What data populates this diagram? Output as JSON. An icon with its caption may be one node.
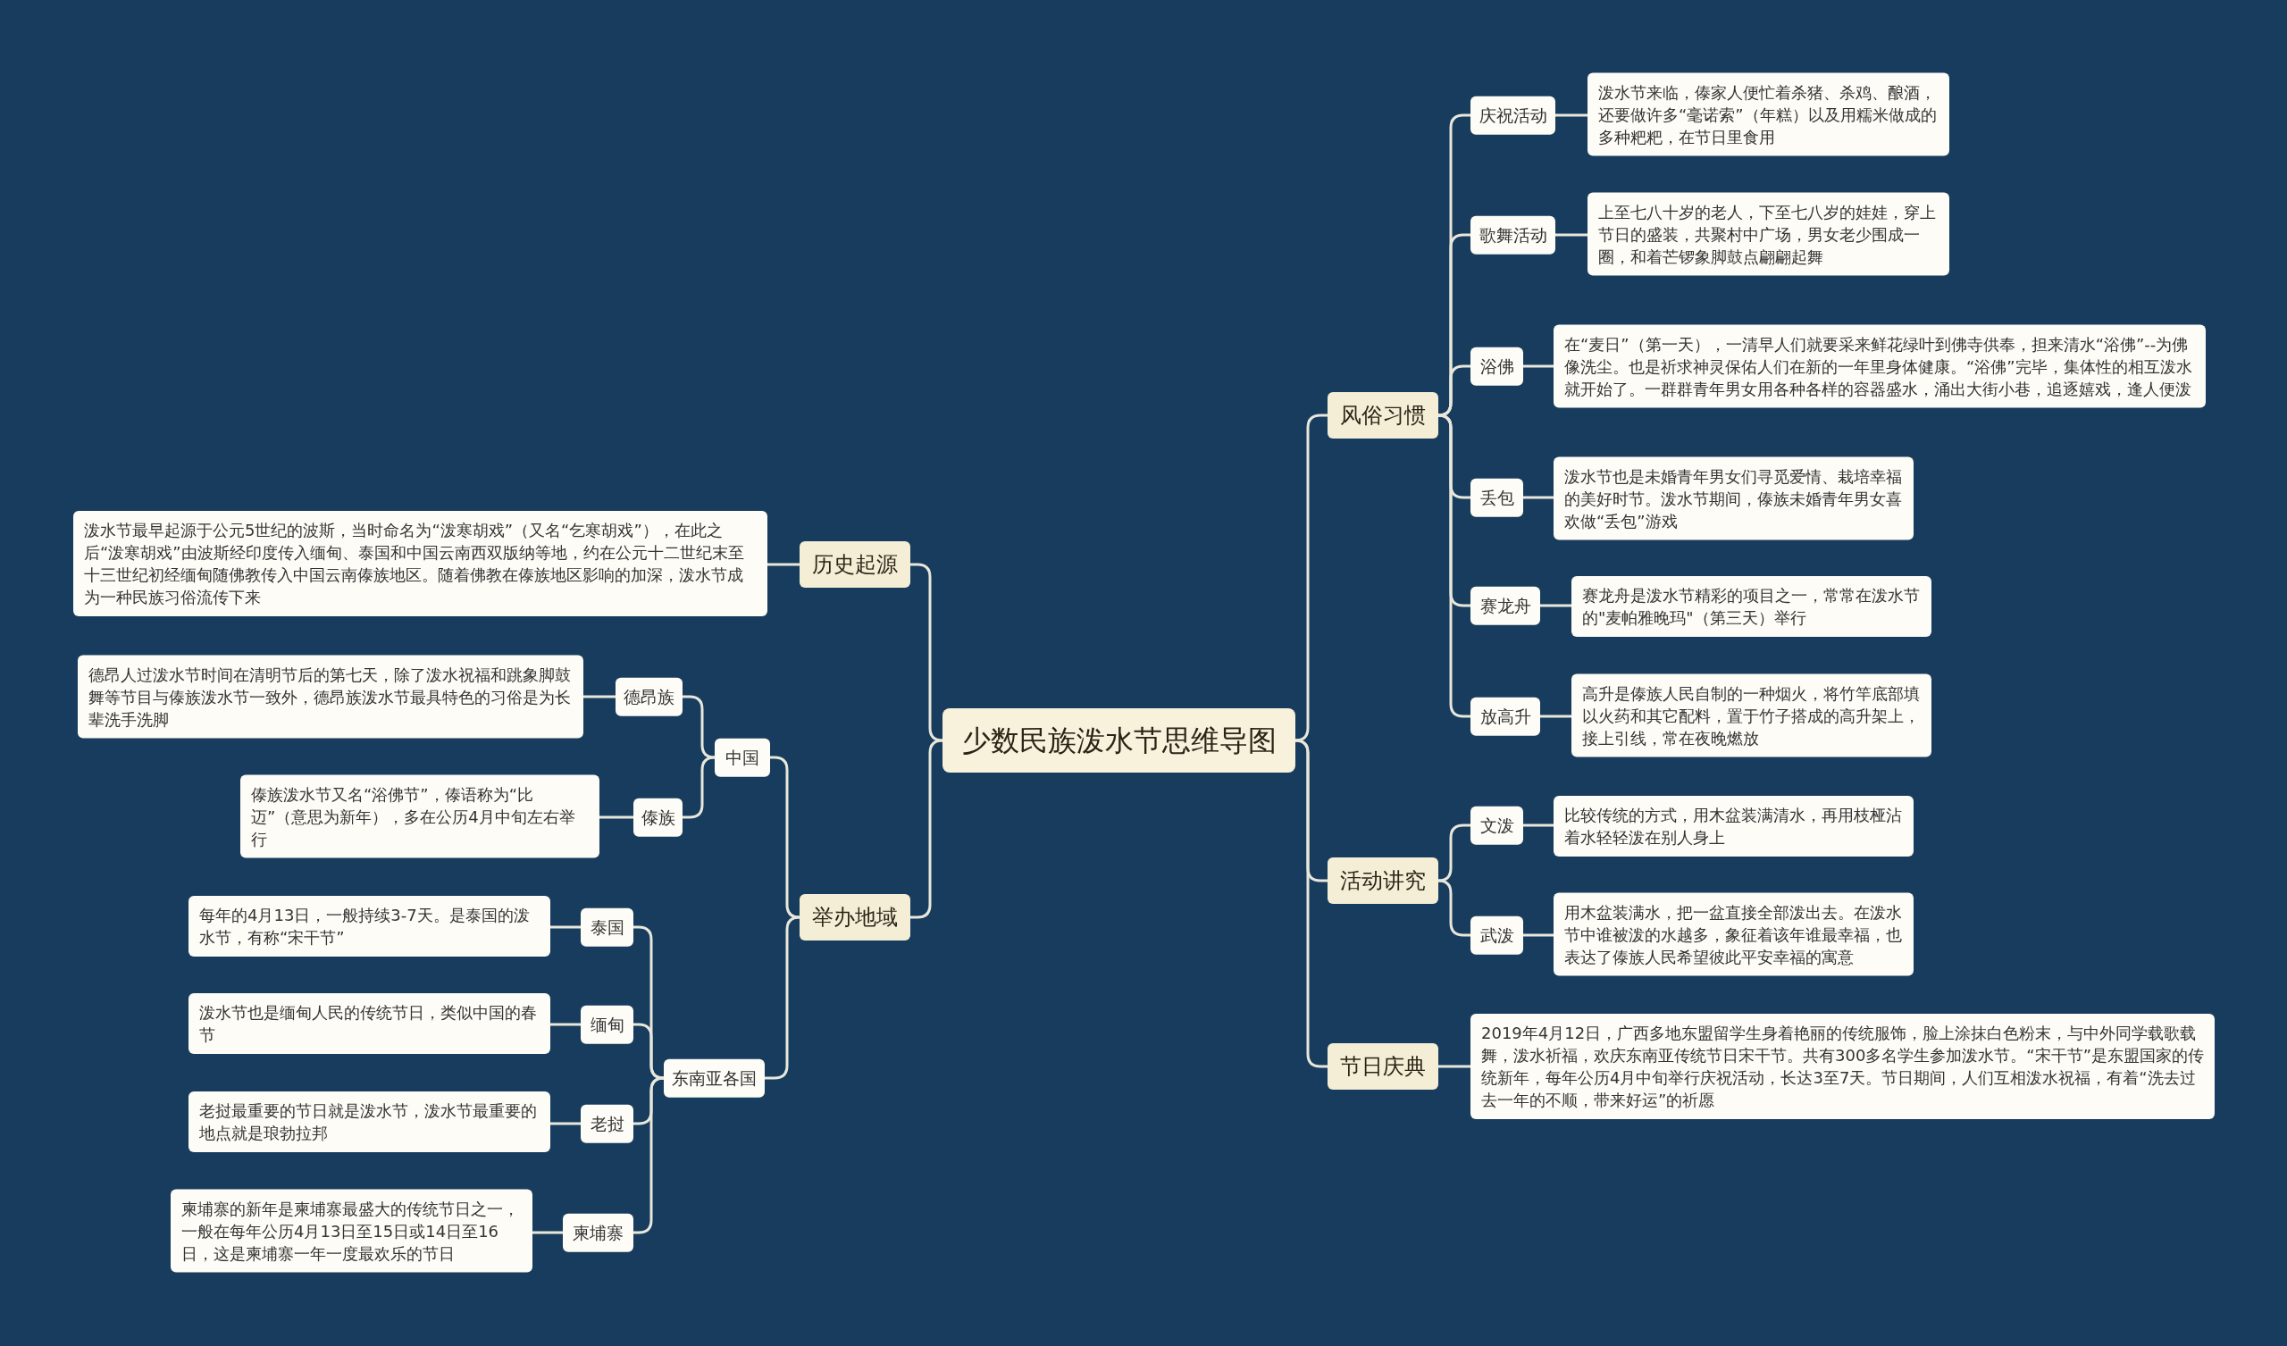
{
  "diagram": {
    "nodes": [
      {
        "text": [
          "少数民族泼水节思维导图"
        ]
      },
      {
        "text": [
          "风俗习惯"
        ]
      },
      {
        "text": [
          "庆祝活动"
        ]
      },
      {
        "text": [
          "泼水节来临，傣家人便忙着杀猪、杀鸡、酿酒，还要做许多“毫诺索”（年糕）以及用糯米做成的多种粑粑，在节日里食用"
        ]
      },
      {
        "text": [
          "歌舞活动"
        ]
      },
      {
        "text": [
          "上至七八十岁的老人，下至七八岁的娃娃，穿上节日的盛装，共聚村中广场，男女老少围成一圈，和着芒锣象脚鼓点翩翩起舞"
        ]
      },
      {
        "text": [
          "浴佛"
        ]
      },
      {
        "text": [
          "在“麦日”（第一天），一清早人们就要采来鲜花绿叶到佛寺供奉，担来清水“浴佛”--为佛像洗尘。也是祈求神灵保佑人们在新的一年里身体健康。“浴佛”完毕，集体性的相互泼水就开始了。一群群青年男女用各种各样的容器盛水，涌出大街小巷，追逐嬉戏，逢人便泼"
        ]
      },
      {
        "text": [
          "丢包"
        ]
      },
      {
        "text": [
          "泼水节也是未婚青年男女们寻觅爱情、栽培幸福的美好时节。泼水节期间，傣族未婚青年男女喜欢做“丢包”游戏"
        ]
      },
      {
        "text": [
          "赛龙舟"
        ]
      },
      {
        "text": [
          "赛龙舟是泼水节精彩的项目之一，常常在泼水节的\"麦帕雅晚玛\"（第三天）举行"
        ]
      },
      {
        "text": [
          "放高升"
        ]
      },
      {
        "text": [
          "高升是傣族人民自制的一种烟火，将竹竿底部填以火药和其它配料，置于竹子搭成的高升架上，接上引线，常在夜晚燃放"
        ]
      },
      {
        "text": [
          "活动讲究"
        ]
      },
      {
        "text": [
          "文泼"
        ]
      },
      {
        "text": [
          "比较传统的方式，用木盆装满清水，再用枝桠沾着水轻轻泼在别人身上"
        ]
      },
      {
        "text": [
          "武泼"
        ]
      },
      {
        "text": [
          "用木盆装满水，把一盆直接全部泼出去。在泼水节中谁被泼的水越多，象征着该年谁最幸福，也表达了傣族人民希望彼此平安幸福的寓意"
        ]
      },
      {
        "text": [
          "节日庆典"
        ]
      },
      {
        "text": [
          "2019年4月12日，广西多地东盟留学生身着艳丽的传统服饰，脸上涂抹白色粉末，与中外同学载歌载舞，泼水祈福，欢庆东南亚传统节日宋干节。共有300多名学生参加泼水节。“宋干节”是东盟国家的传统新年，每年公历4月中旬举行庆祝活动，长达3至7天。节日期间，人们互相泼水祝福，有着“洗去过去一年的不顺，带来好运”的祈愿"
        ]
      },
      {
        "text": [
          "历史起源"
        ]
      },
      {
        "text": [
          "泼水节最早起源于公元5世纪的波斯，当时命名为“泼寒胡戏”（又名“乞寒胡戏”），在此之后“泼寒胡戏”由波斯经印度传入缅甸、泰国和中国云南西双版纳等地，约在公元十二世纪末至十三世纪初经缅甸随佛教传入中国云南傣族地区。随着佛教在傣族地区影响的加深，泼水节成为一种民族习俗流传下来"
        ]
      },
      {
        "text": [
          "举办地域"
        ]
      },
      {
        "text": [
          "中国"
        ]
      },
      {
        "text": [
          "德昂族"
        ]
      },
      {
        "text": [
          "德昂人过泼水节时间在清明节后的第七天，除了泼水祝福和跳象脚鼓舞等节目与傣族泼水节一致外，德昂族泼水节最具特色的习俗是为长辈洗手洗脚"
        ]
      },
      {
        "text": [
          "傣族"
        ]
      },
      {
        "text": [
          "傣族泼水节又名“浴佛节”，傣语称为“比迈”（意思为新年），多在公历4月中旬左右举行"
        ]
      },
      {
        "text": [
          "东南亚各国"
        ]
      },
      {
        "text": [
          "泰国"
        ]
      },
      {
        "text": [
          "每年的4月13日，一般持续3-7天。是泰国的泼水节，有称“宋干节”"
        ]
      },
      {
        "text": [
          "缅甸"
        ]
      },
      {
        "text": [
          "泼水节也是缅甸人民的传统节日，类似中国的春节"
        ]
      },
      {
        "text": [
          "老挝"
        ]
      },
      {
        "text": [
          "老挝最重要的节日就是泼水节，泼水节最重要的地点就是琅勃拉邦"
        ]
      },
      {
        "text": [
          "柬埔寨"
        ]
      },
      {
        "text": [
          "柬埔寨的新年是柬埔寨最盛大的传统节日之一，一般在每年公历4月13日至15日或14日至16日，这是柬埔寨一年一度最欢乐的节日"
        ]
      }
    ],
    "edges": [
      {
        "from": 0,
        "to": 1,
        "arrow": "none"
      },
      {
        "from": 1,
        "to": 2,
        "arrow": "none"
      },
      {
        "from": 2,
        "to": 3,
        "arrow": "none"
      },
      {
        "from": 1,
        "to": 4,
        "arrow": "none"
      },
      {
        "from": 4,
        "to": 5,
        "arrow": "none"
      },
      {
        "from": 1,
        "to": 6,
        "arrow": "none"
      },
      {
        "from": 6,
        "to": 7,
        "arrow": "none"
      },
      {
        "from": 1,
        "to": 8,
        "arrow": "none"
      },
      {
        "from": 8,
        "to": 9,
        "arrow": "none"
      },
      {
        "from": 1,
        "to": 10,
        "arrow": "none"
      },
      {
        "from": 10,
        "to": 11,
        "arrow": "none"
      },
      {
        "from": 1,
        "to": 12,
        "arrow": "none"
      },
      {
        "from": 12,
        "to": 13,
        "arrow": "none"
      },
      {
        "from": 0,
        "to": 14,
        "arrow": "none"
      },
      {
        "from": 14,
        "to": 15,
        "arrow": "none"
      },
      {
        "from": 15,
        "to": 16,
        "arrow": "none"
      },
      {
        "from": 14,
        "to": 17,
        "arrow": "none"
      },
      {
        "from": 17,
        "to": 18,
        "arrow": "none"
      },
      {
        "from": 0,
        "to": 19,
        "arrow": "none"
      },
      {
        "from": 19,
        "to": 20,
        "arrow": "none"
      },
      {
        "from": 0,
        "to": 21,
        "arrow": "none"
      },
      {
        "from": 21,
        "to": 22,
        "arrow": "none"
      },
      {
        "from": 0,
        "to": 23,
        "arrow": "none"
      },
      {
        "from": 23,
        "to": 24,
        "arrow": "none"
      },
      {
        "from": 24,
        "to": 25,
        "arrow": "none"
      },
      {
        "from": 25,
        "to": 26,
        "arrow": "none"
      },
      {
        "from": 24,
        "to": 27,
        "arrow": "none"
      },
      {
        "from": 27,
        "to": 28,
        "arrow": "none"
      },
      {
        "from": 23,
        "to": 29,
        "arrow": "none"
      },
      {
        "from": 29,
        "to": 30,
        "arrow": "none"
      },
      {
        "from": 30,
        "to": 31,
        "arrow": "none"
      },
      {
        "from": 29,
        "to": 32,
        "arrow": "none"
      },
      {
        "from": 32,
        "to": 33,
        "arrow": "none"
      },
      {
        "from": 29,
        "to": 34,
        "arrow": "none"
      },
      {
        "from": 34,
        "to": 35,
        "arrow": "none"
      },
      {
        "from": 29,
        "to": 36,
        "arrow": "none"
      },
      {
        "from": 36,
        "to": 37,
        "arrow": "none"
      }
    ]
  }
}
